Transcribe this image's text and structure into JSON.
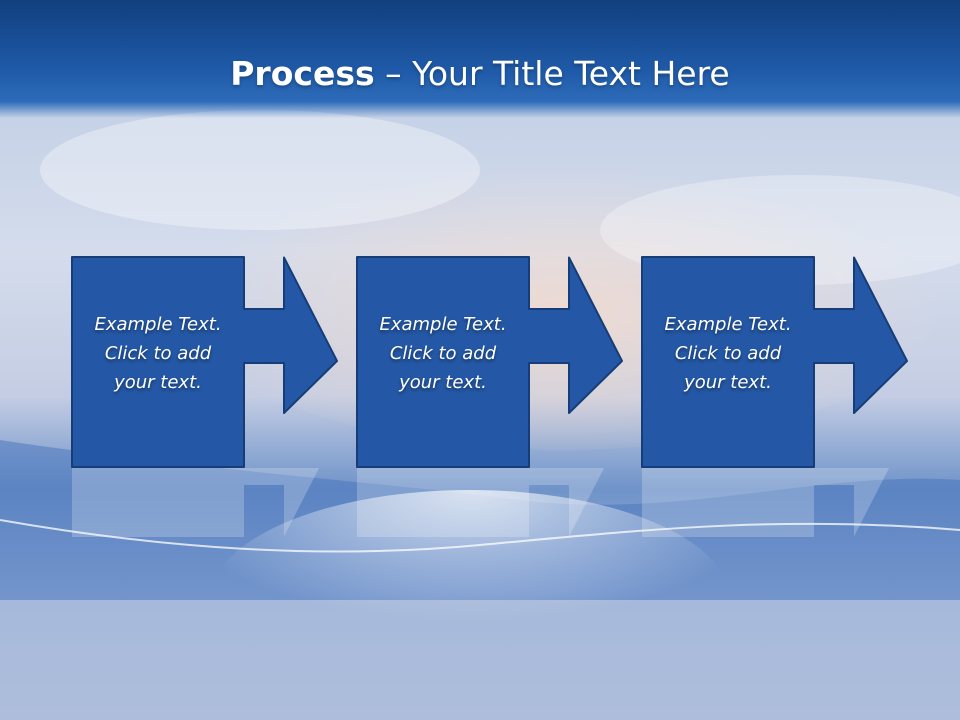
{
  "slide": {
    "title_bold": "Process",
    "title_rest": " – Your Title Text Here",
    "theme": {
      "box_fill": "#2458a6",
      "box_stroke": "#163d78",
      "title_band": "#1f5aa8"
    }
  },
  "steps": [
    {
      "text": "Example Text.\nClick  to add\nyour text."
    },
    {
      "text": "Example Text.\nClick  to add\nyour text."
    },
    {
      "text": "Example Text.\nClick  to add\nyour text."
    }
  ]
}
